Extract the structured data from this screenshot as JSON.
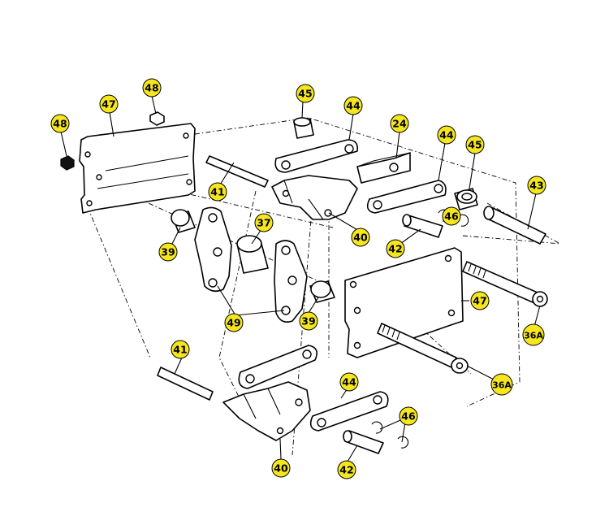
{
  "diagram": {
    "callout_fill": "#f5e61e",
    "callouts": [
      {
        "id": "c48a",
        "label": "48"
      },
      {
        "id": "c48b",
        "label": "48"
      },
      {
        "id": "c47a",
        "label": "47"
      },
      {
        "id": "c45a",
        "label": "45"
      },
      {
        "id": "c44a",
        "label": "44"
      },
      {
        "id": "c24",
        "label": "24"
      },
      {
        "id": "c44b",
        "label": "44"
      },
      {
        "id": "c45b",
        "label": "45"
      },
      {
        "id": "c43",
        "label": "43"
      },
      {
        "id": "c41a",
        "label": "41"
      },
      {
        "id": "c37",
        "label": "37"
      },
      {
        "id": "c46a",
        "label": "46"
      },
      {
        "id": "c40a",
        "label": "40"
      },
      {
        "id": "c42a",
        "label": "42"
      },
      {
        "id": "c39a",
        "label": "39"
      },
      {
        "id": "c47b",
        "label": "47"
      },
      {
        "id": "c39b",
        "label": "39"
      },
      {
        "id": "c49",
        "label": "49"
      },
      {
        "id": "c36a",
        "label": "36A"
      },
      {
        "id": "c41b",
        "label": "41"
      },
      {
        "id": "c36b",
        "label": "36A"
      },
      {
        "id": "c44c",
        "label": "44"
      },
      {
        "id": "c46b",
        "label": "46"
      },
      {
        "id": "c40b",
        "label": "40"
      },
      {
        "id": "c42b",
        "label": "42"
      }
    ]
  }
}
